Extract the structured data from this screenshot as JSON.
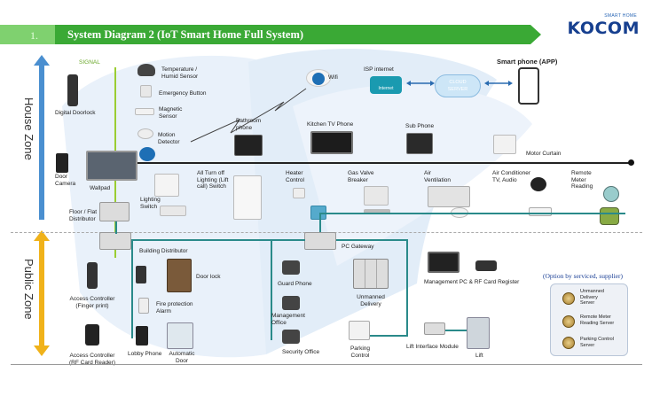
{
  "header": {
    "number": "1.",
    "title": "System Diagram 2 (IoT Smart Home Full System)",
    "logo": "KOCOM",
    "logo_sub": "SMART HOME"
  },
  "zones": {
    "house": "House Zone",
    "public": "Public Zone"
  },
  "labels": {
    "signal": "SIGNAL",
    "temp_sensor": "Temperature /\nHumid Sensor",
    "emergency": "Emergency Button",
    "magnetic": "Magnetic\nSensor",
    "motion": "Motion\nDetector",
    "wifi": "Wifi",
    "isp": "ISP internet",
    "internet": "Internet",
    "cloud": "CLOUD\nSERVER",
    "smartphone": "Smart phone (APP)",
    "doorlock": "Digital Doorlock",
    "door_camera": "Door\nCamera",
    "wallpad": "Wallpad",
    "lighting": "Lighting\nSwitch",
    "all_off": "All Turn off\nLighting (Lift\ncall) Switch",
    "bathroom": "Bathroom\nphone",
    "kitchen_tv": "Kitchen TV Phone",
    "sub_phone": "Sub Phone",
    "motor_curtain": "Motor Curtain",
    "heater": "Heater\nControl",
    "gas": "Gas Valve\nBreaker",
    "air_vent": "Air\nVentilation",
    "aircon": "Air Conditioner\nTV, Audio",
    "remote_meter": "Remote\nMeter\nReading",
    "floor_dist": "Floor / Flat\nDistributor",
    "building_dist": "Building Distributor",
    "pc_gateway": "PC Gateway",
    "access_finger": "Access Controller\n(Finger print)",
    "access_rf": "Access Controller\n(RF Card Reader)",
    "door_lock": "Door lock",
    "fire_alarm": "Fire protection\nAlarm",
    "lobby_phone": "Lobby Phone",
    "auto_door": "Automatic\nDoor",
    "guard_phone": "Guard Phone",
    "mgmt_office": "Management\nOffice",
    "security_office": "Security Office",
    "unmanned": "Unmanned\nDelivery",
    "mgmt_pc": "Management PC & RF Card Register",
    "parking": "Parking\nControl",
    "lift_interface": "Lift Interface Module",
    "lift": "Lift",
    "option_note": "(Option by serviced, supplier)",
    "srv_unmanned": "Unmanned\nDelivery\nServer",
    "srv_meter": "Remote Meter\nReading Server",
    "srv_parking": "Parking Control\nServer"
  },
  "colors": {
    "banner_green": "#3aa935",
    "line": "#2a8a8a",
    "zone_arrow_blue": "#4a8fd0",
    "zone_arrow_yellow": "#f0b21a",
    "signal_green": "#9acd32"
  }
}
